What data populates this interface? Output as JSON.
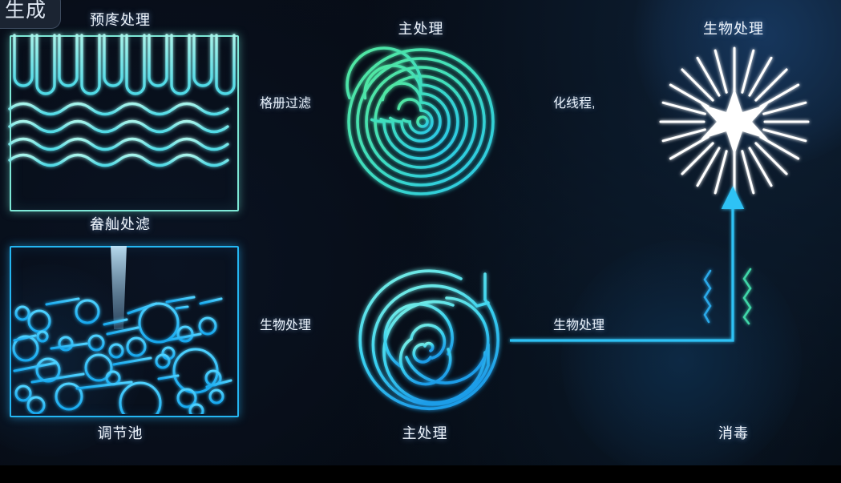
{
  "app": {
    "generate_button_label": "生成"
  },
  "diagram": {
    "title_hidden": "",
    "colors": {
      "teal": "#6fe8c8",
      "cyan": "#2ec2f5",
      "white": "#ffffff",
      "background": "#05070f",
      "label_text": "#eef4fb"
    },
    "nodes": [
      {
        "id": "pretreatment",
        "top_label": "预庝处理",
        "bottom_label": "畚舢处滤",
        "icon": "screen-grid-waves-icon",
        "accent": "#7de8d6"
      },
      {
        "id": "equalization",
        "top_label": "",
        "bottom_label": "调节池",
        "icon": "tank-bubbles-icon",
        "accent": "#24b6f2"
      },
      {
        "id": "primary-treatment-top",
        "top_label": "主处理",
        "bottom_label": "",
        "icon": "spiral-green-icon",
        "accent": "#45e0a8"
      },
      {
        "id": "primary-treatment-bottom",
        "top_label": "",
        "bottom_label": "主处理",
        "icon": "spiral-cyan-hook-icon",
        "accent": "#3fd8f0"
      },
      {
        "id": "biological-treatment",
        "top_label": "生物处理",
        "bottom_label": "消毒",
        "icon": "starburst-icon",
        "accent": "#ffffff"
      }
    ],
    "flows": [
      {
        "id": "flow-grid-filter",
        "label": "格册过滤",
        "color": "#6fe8c8",
        "direction": "right"
      },
      {
        "id": "flow-chemical-line",
        "label": "化线程,",
        "color": "#6fe8c8",
        "direction": "right"
      },
      {
        "id": "flow-bio-lower-left",
        "label": "生物处理",
        "color": "#2ec2f5",
        "direction": "right"
      },
      {
        "id": "flow-bio-lower-right",
        "label": "生物处理",
        "color": "#2ec2f5",
        "direction": "up"
      },
      {
        "id": "flow-vertical-link",
        "label": "",
        "color": "#2ec2f5",
        "direction": "up"
      }
    ]
  }
}
